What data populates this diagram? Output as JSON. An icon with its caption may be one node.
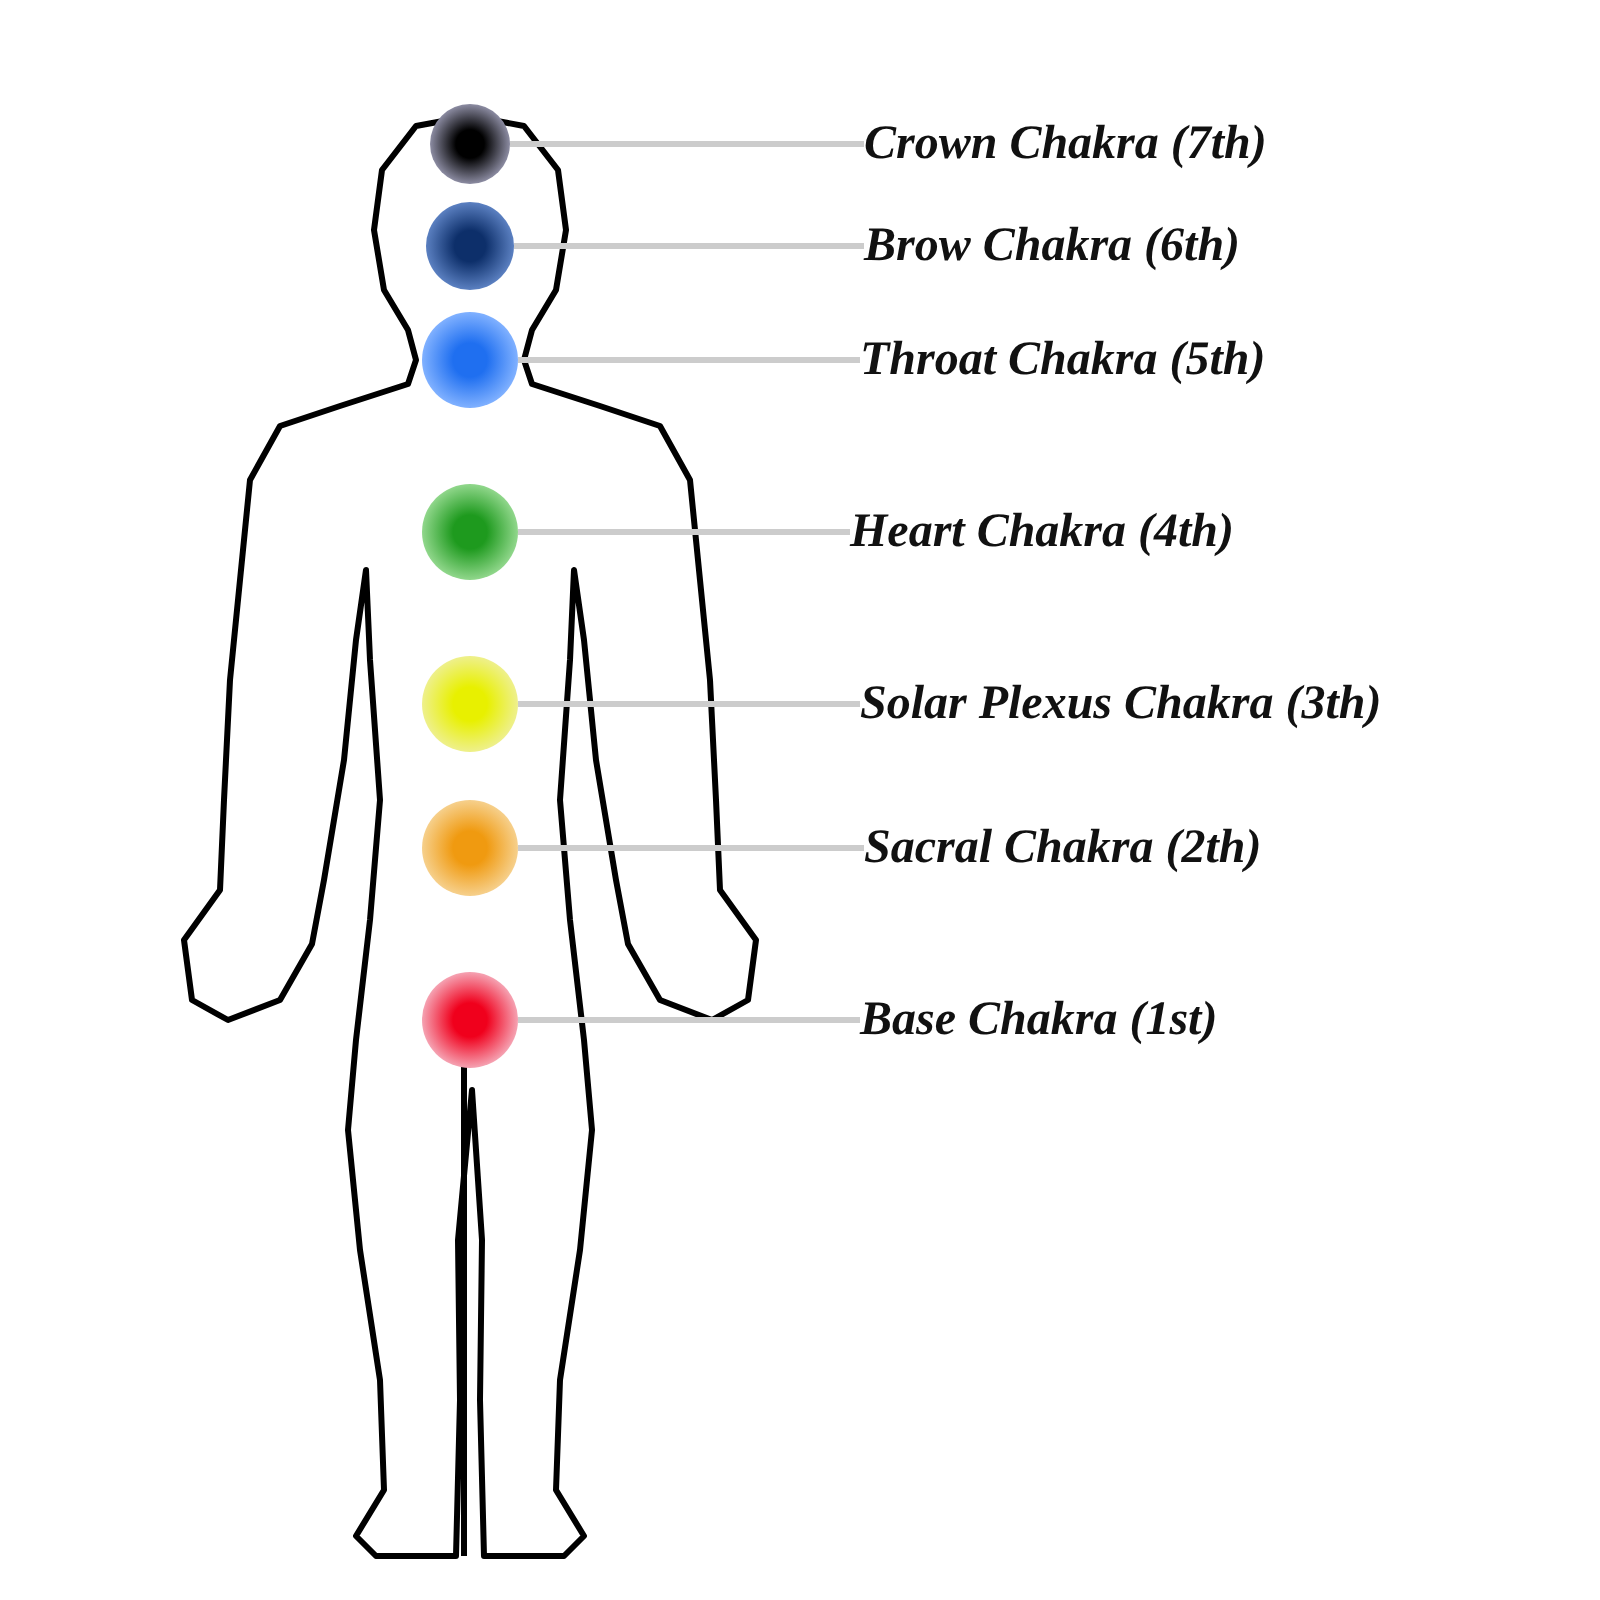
{
  "diagram": {
    "nodes": [
      {
        "text": [
          "Crown Chakra (7th)"
        ]
      },
      {
        "text": [
          "Brow Chakra (6th)"
        ]
      },
      {
        "text": [
          "Throat Chakra (5th)"
        ]
      },
      {
        "text": [
          "Heart Chakra (4th)"
        ]
      },
      {
        "text": [
          "Solar Plexus Chakra (3th)"
        ]
      },
      {
        "text": [
          "Sacral Chakra (2th)"
        ]
      },
      {
        "text": [
          "Base Chakra (1st)"
        ]
      },
      {
        "text": [],
        "shape": "circle"
      },
      {
        "text": [],
        "shape": "circle"
      },
      {
        "text": [],
        "shape": "circle"
      },
      {
        "text": [],
        "shape": "circle"
      },
      {
        "text": [],
        "shape": "circle"
      },
      {
        "text": [],
        "shape": "circle"
      },
      {
        "text": [],
        "shape": "circle"
      }
    ],
    "edges": [
      {
        "from": 0,
        "to": 7,
        "arrow": "none"
      },
      {
        "from": 1,
        "to": 8,
        "arrow": "none"
      },
      {
        "from": 2,
        "to": 9,
        "arrow": "none"
      },
      {
        "from": 3,
        "to": 10,
        "arrow": "none"
      },
      {
        "from": 4,
        "to": 11,
        "arrow": "none"
      },
      {
        "from": 5,
        "to": 12,
        "arrow": "none"
      },
      {
        "from": 6,
        "to": 13,
        "arrow": "none"
      }
    ]
  }
}
